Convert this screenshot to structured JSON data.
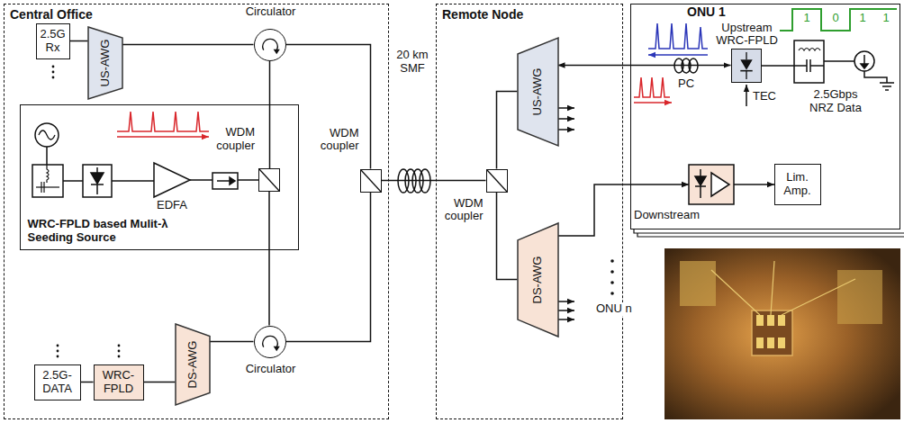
{
  "diagram": {
    "nodes": [
      {
        "text": [
          "Central Office"
        ]
      },
      {
        "text": [
          "2.5G Rx"
        ],
        "in": 0
      },
      {
        "text": [
          "US-AWG"
        ],
        "in": 0
      },
      {
        "text": [
          "Circulator"
        ],
        "in": 0
      },
      {
        "text": [
          "WRC-FPLD based Mulit-λ Seeding Source"
        ],
        "in": 0
      },
      {
        "text": [
          "EDFA"
        ],
        "in": 4
      },
      {
        "text": [
          "WDM coupler"
        ],
        "in": 4
      },
      {
        "text": [
          "WDM coupler"
        ],
        "in": 0
      },
      {
        "text": [
          "Circulator"
        ],
        "in": 0
      },
      {
        "text": [
          "2.5G-DATA"
        ],
        "in": 0
      },
      {
        "text": [
          "WRC-FPLD"
        ],
        "in": 0
      },
      {
        "text": [
          "DS-AWG"
        ],
        "in": 0
      },
      {
        "text": [
          "Remote Node"
        ]
      },
      {
        "text": [
          "US-AWG"
        ],
        "in": 12
      },
      {
        "text": [
          "WDM coupler"
        ],
        "in": 12
      },
      {
        "text": [
          "DS-AWG"
        ],
        "in": 12
      },
      {
        "text": [
          "ONU 1"
        ]
      },
      {
        "text": [
          "Upstream WRC-FPLD"
        ],
        "in": 16
      },
      {
        "text": [
          "Lim. Amp."
        ],
        "in": 16
      }
    ],
    "edges": [
      {
        "from": 1,
        "to": 2,
        "arrow": "none"
      },
      {
        "from": 2,
        "to": 3,
        "arrow": "none"
      },
      {
        "from": 3,
        "to": 6,
        "arrow": "none"
      },
      {
        "from": 3,
        "to": 7,
        "arrow": "none"
      },
      {
        "from": 6,
        "to": 8,
        "arrow": "none"
      },
      {
        "from": 8,
        "to": 7,
        "arrow": "none"
      },
      {
        "from": 11,
        "to": 8,
        "arrow": "none"
      },
      {
        "from": 9,
        "to": 10,
        "arrow": "none"
      },
      {
        "from": 10,
        "to": 11,
        "arrow": "none"
      },
      {
        "from": 5,
        "to": 6,
        "arrow": "none"
      },
      {
        "from": 7,
        "to": 14,
        "label": "20 km SMF",
        "arrow": "none"
      },
      {
        "from": 14,
        "to": 13,
        "arrow": "none"
      },
      {
        "from": 14,
        "to": 15,
        "arrow": "none"
      },
      {
        "from": 13,
        "to": 17,
        "arrow": "both"
      }
    ],
    "labels": [
      "PC",
      "TEC",
      "2.5Gbps NRZ Data",
      "Downstream",
      "ONU n",
      "1",
      "0",
      "1",
      "1"
    ]
  }
}
